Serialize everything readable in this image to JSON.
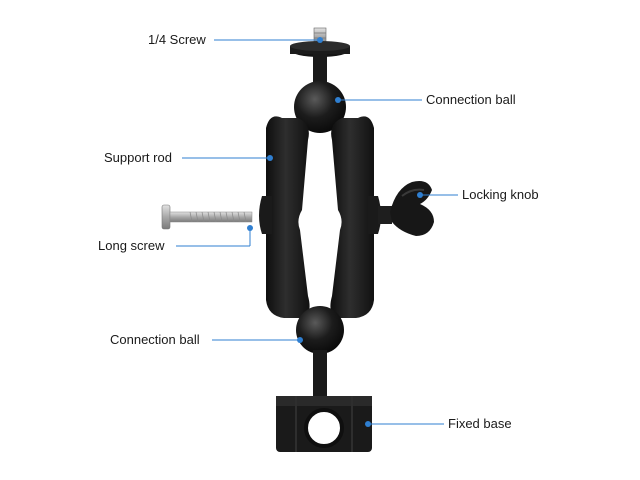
{
  "labels": {
    "screw": "1/4 Screw",
    "ball_top": "Connection ball",
    "support_rod": "Support rod",
    "locking_knob": "Locking knob",
    "long_screw": "Long screw",
    "ball_bottom": "Connection ball",
    "fixed_base": "Fixed base"
  },
  "colors": {
    "callout_line": "#2f7fd1",
    "callout_dot": "#2f7fd1",
    "part_dark": "#161616",
    "part_mid": "#2b2b2b",
    "screw_metal": "#b5b5b5"
  }
}
